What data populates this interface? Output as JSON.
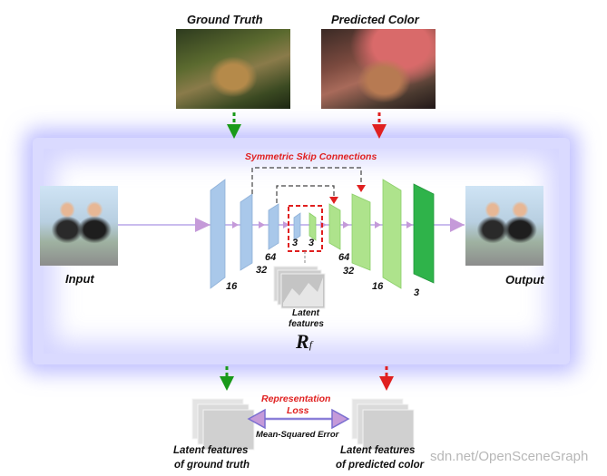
{
  "top_labels": {
    "ground_truth": "Ground Truth",
    "predicted": "Predicted Color"
  },
  "center": {
    "skip_label": "Symmetric Skip Connections"
  },
  "sides": {
    "input": "Input",
    "output": "Output"
  },
  "encoder_dims": [
    "16",
    "32",
    "64",
    "3"
  ],
  "decoder_dims": [
    "3",
    "64",
    "32",
    "16",
    "3"
  ],
  "latent": {
    "line1": "Latent",
    "line2": "features",
    "symbol": "R",
    "subscript": "f"
  },
  "bottom": {
    "loss_line1": "Representation",
    "loss_line2": "Loss",
    "mse": "Mean-Squared Error",
    "left_line1": "Latent features",
    "left_line2": "of ground truth",
    "right_line1": "Latent features",
    "right_line2": "of predicted color"
  },
  "watermark": "sdn.net/OpenSceneGraph",
  "colors": {
    "blue_block": "#a9c8ea",
    "light_green_block": "#aee38c",
    "dark_green_block": "#2fb34a",
    "red": "#e02020",
    "green_arrow": "#1a9a1a"
  }
}
